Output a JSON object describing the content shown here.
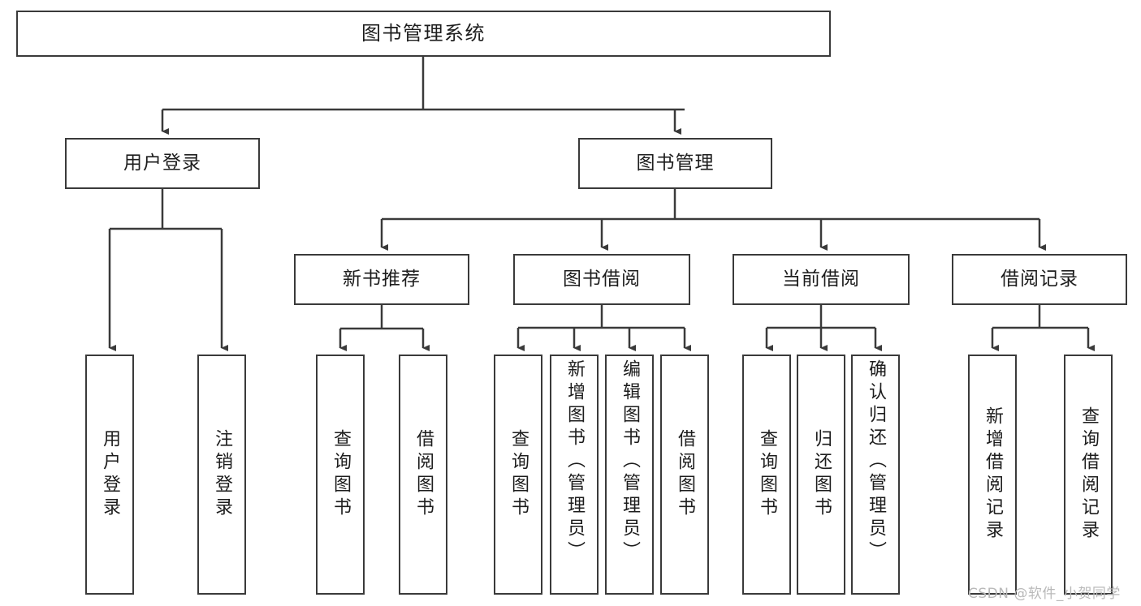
{
  "diagram": {
    "title": "图书管理系统",
    "type": "tree-hierarchy",
    "watermark": "CSDN @软件_小贺同学",
    "colors": {
      "stroke": "#3a3a3a",
      "node_fill": "#ffffff",
      "text": "#1d1d1d",
      "background": "#ffffff",
      "watermark": "#b9b9b9"
    },
    "root": {
      "label": "图书管理系统"
    },
    "level2": [
      {
        "id": "user-login",
        "label": "用户登录"
      },
      {
        "id": "book-management",
        "label": "图书管理"
      }
    ],
    "level3": [
      {
        "id": "new-book-recommend",
        "label": "新书推荐",
        "parent": "book-management"
      },
      {
        "id": "book-borrow",
        "label": "图书借阅",
        "parent": "book-management"
      },
      {
        "id": "current-borrow",
        "label": "当前借阅",
        "parent": "book-management"
      },
      {
        "id": "borrow-record",
        "label": "借阅记录",
        "parent": "book-management"
      }
    ],
    "leaves": [
      {
        "id": "leaf-user-login",
        "label": "用户登录",
        "parent": "user-login"
      },
      {
        "id": "leaf-logout-login",
        "label": "注销登录",
        "parent": "user-login"
      },
      {
        "id": "leaf-query-book-1",
        "label": "查询图书",
        "parent": "new-book-recommend"
      },
      {
        "id": "leaf-borrow-book-1",
        "label": "借阅图书",
        "parent": "new-book-recommend"
      },
      {
        "id": "leaf-query-book-2",
        "label": "查询图书",
        "parent": "book-borrow"
      },
      {
        "id": "leaf-add-book",
        "label": "新增图书（管理员）",
        "parent": "book-borrow"
      },
      {
        "id": "leaf-edit-book",
        "label": "编辑图书（管理员）",
        "parent": "book-borrow"
      },
      {
        "id": "leaf-borrow-book-2",
        "label": "借阅图书",
        "parent": "book-borrow"
      },
      {
        "id": "leaf-query-book-3",
        "label": "查询图书",
        "parent": "current-borrow"
      },
      {
        "id": "leaf-return-book",
        "label": "归还图书",
        "parent": "current-borrow"
      },
      {
        "id": "leaf-confirm-return",
        "label": "确认归还（管理员）",
        "parent": "current-borrow"
      },
      {
        "id": "leaf-add-record",
        "label": "新增借阅记录",
        "parent": "borrow-record"
      },
      {
        "id": "leaf-query-record",
        "label": "查询借阅记录",
        "parent": "borrow-record"
      }
    ]
  }
}
